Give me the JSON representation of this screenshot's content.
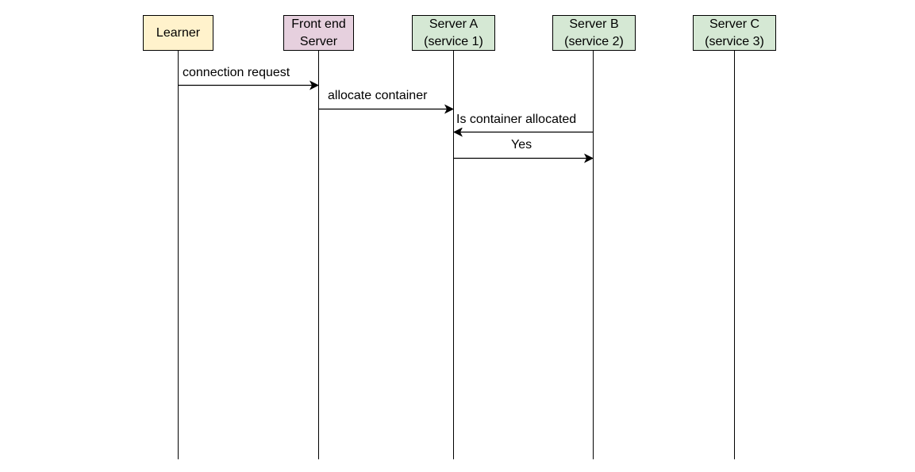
{
  "participants": [
    {
      "id": "learner",
      "label": "Learner",
      "fill": "#fff2cc"
    },
    {
      "id": "front-end-server",
      "label": "Front end\nServer",
      "fill": "#e6d0de"
    },
    {
      "id": "server-a",
      "label": "Server A\n(service 1)",
      "fill": "#d5e8d4"
    },
    {
      "id": "server-b",
      "label": "Server B\n(service 2)",
      "fill": "#d5e8d4"
    },
    {
      "id": "server-c",
      "label": "Server C\n(service 3)",
      "fill": "#d5e8d4"
    }
  ],
  "messages": [
    {
      "id": "connection-request",
      "label": "connection request",
      "from": "learner",
      "to": "front-end-server"
    },
    {
      "id": "allocate-container",
      "label": "allocate container",
      "from": "front-end-server",
      "to": "server-a"
    },
    {
      "id": "is-container-allocated",
      "label": "Is container allocated",
      "from": "server-b",
      "to": "server-a"
    },
    {
      "id": "yes",
      "label": "Yes",
      "from": "server-a",
      "to": "server-b"
    }
  ]
}
